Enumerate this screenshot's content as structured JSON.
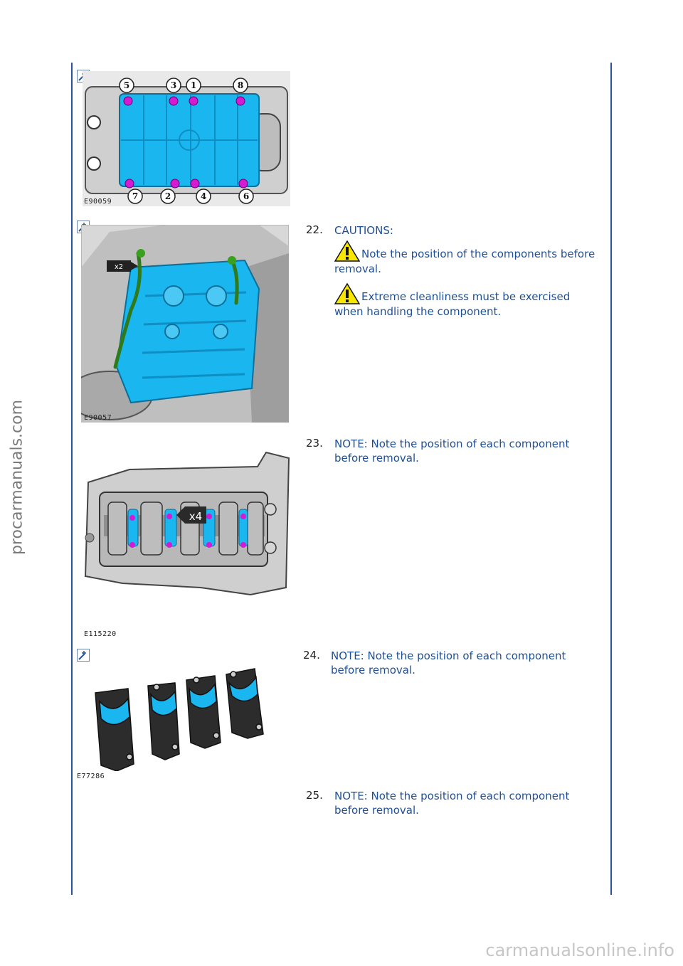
{
  "watermarks": {
    "side": "procarmanuals.com",
    "bottom": "carmanualsonline.info"
  },
  "figures": [
    {
      "code": "E90059",
      "callouts": [
        "5",
        "3",
        "1",
        "8",
        "7",
        "2",
        "4",
        "6"
      ]
    },
    {
      "code": "E90057",
      "multiplier": "x2"
    },
    {
      "code": "E115220",
      "multiplier": "x4"
    },
    {
      "code": "E77286"
    }
  ],
  "steps": [
    {
      "number": "22.",
      "title": "CAUTIONS:",
      "cautions": [
        "Note the position of the components before removal.",
        "Extreme cleanliness must be exercised when handling the component."
      ]
    },
    {
      "number": "23.",
      "text": "NOTE: Note the position of each component before removal."
    },
    {
      "number": "24.",
      "text": "NOTE: Note the position of each component before removal."
    },
    {
      "number": "25.",
      "text": "NOTE: Note the position of each component before removal."
    }
  ],
  "colors": {
    "rule_line": "#2a5599",
    "text_blue": "#1f4f96",
    "component_cyan": "#19b6f0",
    "marker_magenta": "#d41ad4",
    "warning_yellow": "#f7e600"
  },
  "icons": [
    "zoom-icon",
    "warning-triangle-icon"
  ]
}
